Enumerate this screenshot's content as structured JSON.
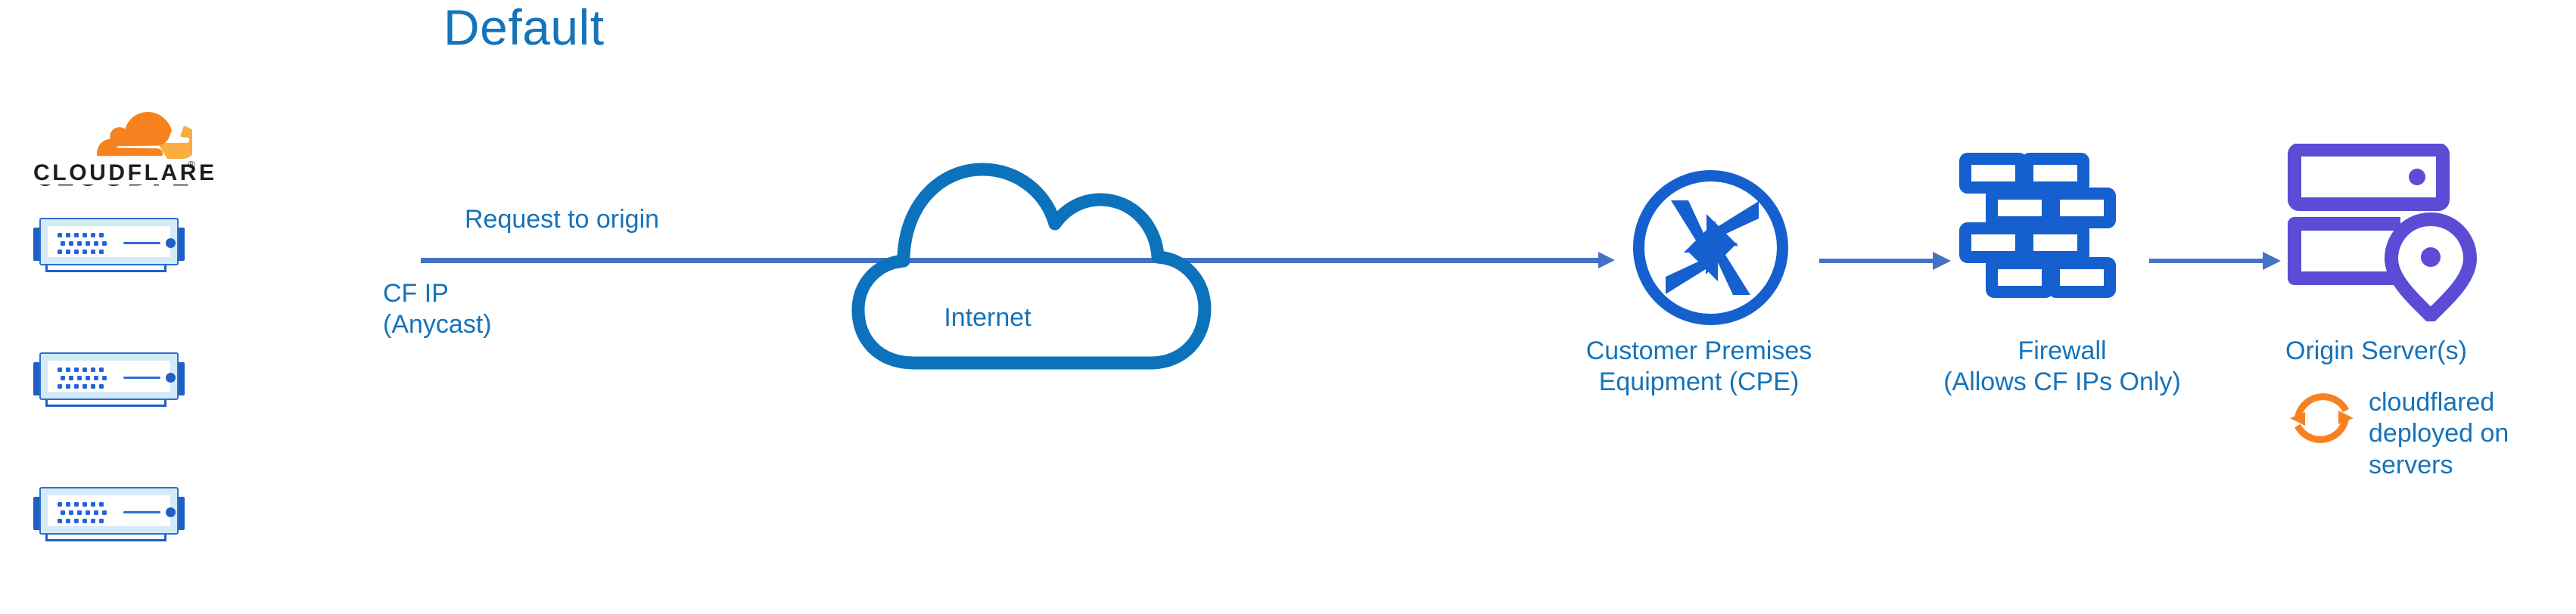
{
  "title": "Default",
  "colors": {
    "title_blue": "#1573BA",
    "label_blue": "#1573BA",
    "arrow_blue": "#4472C4",
    "cloud_blue": "#0C72BC",
    "icon_blue": "#1560CE",
    "server_blue": "#1F5FC4",
    "origin_purple": "#5B4BD5",
    "cloudflare_orange": "#F6821F",
    "cloudflare_orange_light": "#FBAD41",
    "wordmark_black": "#1D1D1B"
  },
  "brand": {
    "logo_name": "cloudflare-logo",
    "wordmark": "CLOUDFLARE",
    "registered_mark": "®"
  },
  "edge": {
    "servers": [
      {
        "name": "cloudflare-edge-server-1"
      },
      {
        "name": "cloudflare-edge-server-2"
      },
      {
        "name": "cloudflare-edge-server-3"
      }
    ],
    "ip_label": "CF IP\n(Anycast)"
  },
  "flow": {
    "request_label": "Request to origin",
    "main_arrow": "main-flow-arrow",
    "arrows": [
      {
        "name": "arrow-cpe-to-firewall"
      },
      {
        "name": "arrow-firewall-to-origin"
      }
    ]
  },
  "nodes": [
    {
      "name": "internet-cloud",
      "icon": "cloud-icon",
      "label": "Internet"
    },
    {
      "name": "customer-premises-equipment",
      "icon": "router-icon",
      "label": "Customer Premises\nEquipment (CPE)"
    },
    {
      "name": "firewall",
      "icon": "brick-wall-icon",
      "label": "Firewall\n(Allows CF IPs Only)"
    },
    {
      "name": "origin-server",
      "icon": "server-stack-pin-icon",
      "label": "Origin Server(s)"
    }
  ],
  "annotations": {
    "cloudflared": {
      "icon": "sync-refresh-icon",
      "label": "cloudflared\ndeployed on\nservers"
    }
  }
}
